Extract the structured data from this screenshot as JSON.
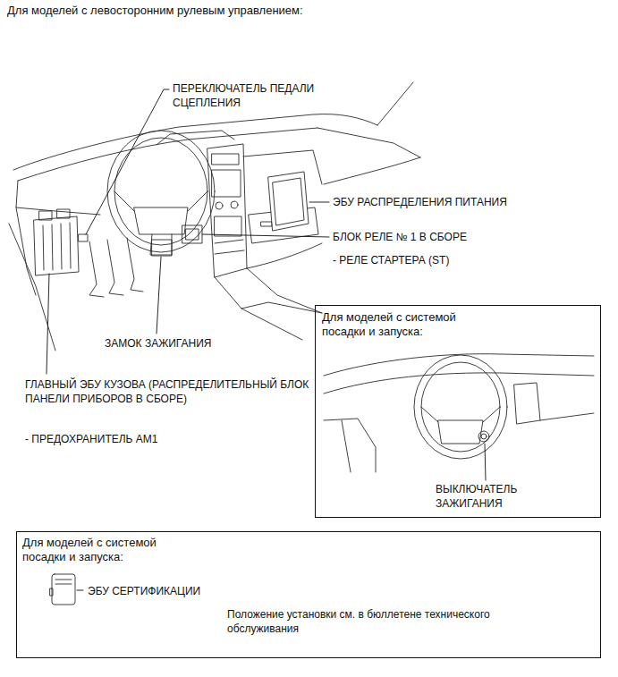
{
  "diagram": {
    "title": "Для моделей с левосторонним рулевым управлением:",
    "nodes": [
      {
        "text": [
          "Для моделей с системой посадки и запуска:",
          "ВЫКЛЮЧАТЕЛЬ ЗАЖИГАНИЯ"
        ]
      },
      {
        "text": [
          "Для моделей с системой посадки и запуска:",
          "ЭБУ СЕРТИФИКАЦИИ",
          "Положение установки см. в бюллетене технического обслуживания"
        ]
      }
    ],
    "labels": [
      "ПЕРЕКЛЮЧАТЕЛЬ ПЕДАЛИ СЦЕПЛЕНИЯ",
      "ЭБУ РАСПРЕДЕЛЕНИЯ ПИТАНИЯ",
      "БЛОК РЕЛЕ № 1 В СБОРЕ",
      "- РЕЛЕ СТАРТЕРА (ST)",
      "ЗАМОК ЗАЖИГАНИЯ",
      "ГЛАВНЫЙ ЭБУ КУЗОВА (РАСПРЕДЕЛИТЕЛЬНЫЙ БЛОК ПАНЕЛИ ПРИБОРОВ В СБОРЕ)",
      "- ПРЕДОХРАНИТЕЛЬ AM1"
    ]
  }
}
